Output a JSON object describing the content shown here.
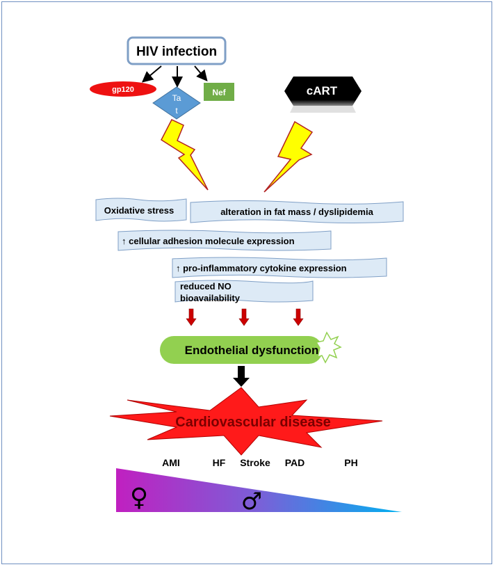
{
  "hiv": {
    "title": "HIV infection",
    "proteins": {
      "gp120": "gp120",
      "tat_line1": "Ta",
      "tat_line2": "t",
      "nef": "Nef"
    }
  },
  "cart": "cART",
  "factors": {
    "oxidative": "Oxidative stress",
    "fat": "alteration in fat mass / dyslipidemia",
    "adhesion": "↑ cellular adhesion molecule expression",
    "cytokine": "↑ pro-inflammatory cytokine expression",
    "no_line1": "reduced NO",
    "no_line2": "bioavailability"
  },
  "endothelial": "Endothelial dysfunction",
  "cvd": "Cardiovascular disease",
  "diseases": [
    "AMI",
    "HF",
    "Stroke",
    "PAD",
    "PH"
  ],
  "sex_symbols": {
    "female": "♀",
    "male": "♂"
  },
  "colors": {
    "gp120": "#ee1111",
    "tat": "#5b9bd5",
    "nef": "#70ad47",
    "lightning": "#ffff00",
    "banner": "#ddeaf6",
    "endothelial": "#92d050",
    "cvd": "#ff1a1a",
    "red_arrow": "#cc0000",
    "triangle_start": "#c020c0",
    "triangle_end": "#00b0f0",
    "border": "#6f8fc0"
  }
}
